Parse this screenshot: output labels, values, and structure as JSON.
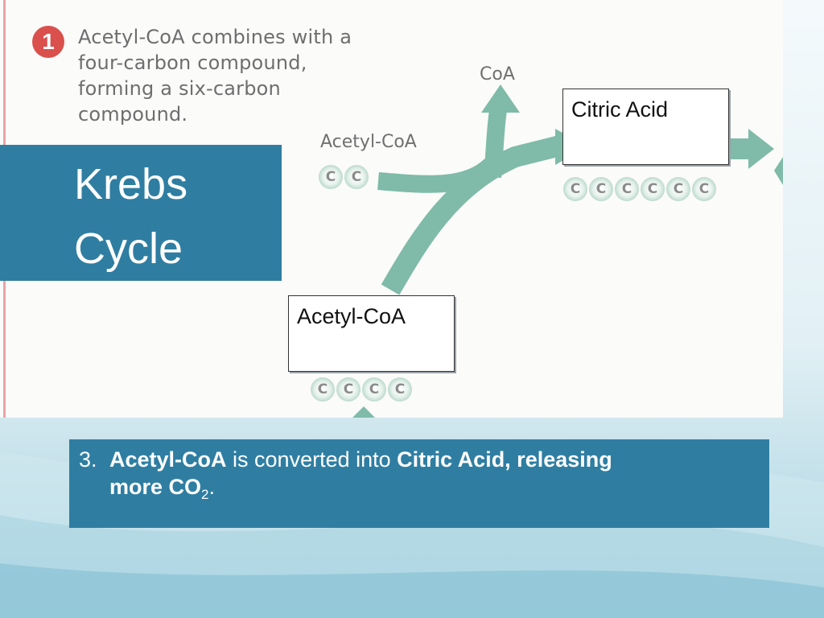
{
  "title": {
    "line1": "Krebs",
    "line2": "Cycle"
  },
  "figure": {
    "step_number": "1",
    "step_text": [
      "Acetyl-CoA combines with a",
      "four-carbon  compound,",
      "forming a six-carbon",
      "compound."
    ],
    "coa_label": "CoA",
    "acetyl_coa_label": "Acetyl-CoA",
    "carbon_symbol": "C",
    "acetyl_carbons": [
      "C",
      "C"
    ],
    "four_carbons": [
      "C",
      "C",
      "C",
      "C"
    ],
    "six_carbons": [
      "C",
      "C",
      "C",
      "C",
      "C",
      "C"
    ],
    "arrow_color": "#7fbba8"
  },
  "callouts": {
    "citric_acid": "Citric Acid",
    "acetyl_coa": "Acetyl-CoA"
  },
  "caption": {
    "number": "3.",
    "part1_bold": "Acetyl-CoA",
    "part2": " is converted into ",
    "part3_bold": "Citric Acid, releasing",
    "part4_bold": "more CO",
    "subscript": "2",
    "end": "."
  },
  "colors": {
    "accent": "#2f7ea2",
    "badge": "#d9504d",
    "figure_bg": "#fbfbfa"
  }
}
